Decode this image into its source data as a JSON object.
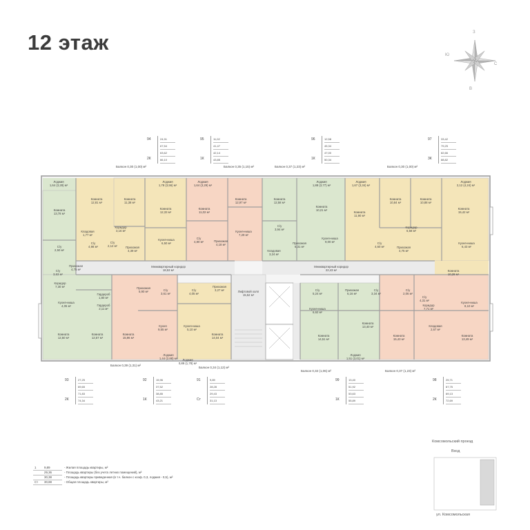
{
  "page": {
    "title": "12 этаж"
  },
  "compass": {
    "north": "З",
    "east": "С",
    "south": "В",
    "west": "Ю"
  },
  "apartments_top": [
    {
      "number": "94",
      "type": "2К",
      "values": [
        "24,91",
        "67,54",
        "63,62",
        "66,10"
      ]
    },
    {
      "number": "95",
      "type": "1К",
      "values": [
        "11,02",
        "41,47",
        "42,14",
        "43,85"
      ]
    },
    {
      "number": "96",
      "type": "1К",
      "values": [
        "12,58",
        "45,34",
        "47,00",
        "50,34"
      ]
    },
    {
      "number": "97",
      "type": "3К",
      "values": [
        "33,42",
        "79,25",
        "82,66",
        "88,82"
      ]
    }
  ],
  "apartments_bottom": [
    {
      "number": "93",
      "type": "2К",
      "values": [
        "27,25",
        "69,65",
        "71,83",
        "74,34"
      ]
    },
    {
      "number": "92",
      "type": "1К",
      "values": [
        "15,96",
        "37,52",
        "38,85",
        "43,21"
      ]
    },
    {
      "number": "91",
      "type": "Ст",
      "values": [
        "9,89",
        "28,28",
        "29,43",
        "31,13"
      ]
    },
    {
      "number": "99",
      "type": "1К",
      "values": [
        "13,40",
        "51,92",
        "53,63",
        "55,89"
      ]
    },
    {
      "number": "98",
      "type": "2К",
      "values": [
        "25,71",
        "67,75",
        "69,13",
        "72,69"
      ]
    }
  ],
  "balconies": [
    "Балкон 0,30 (1,00) м²",
    "Балкон 0,35 (1,15) м²",
    "Балкон 0,37 (1,23) м²",
    "Балкон 0,30 (1,00) м²",
    "Балкон 0,39 (1,31) м²",
    "Балкон 0,34 (1,12) м²",
    "Балкон 0,32 (1,06) м²",
    "Балкон 0,37 (1,23) м²"
  ],
  "rooms": [
    {
      "name": "Лоджия",
      "area": "1,64 (3,28) м²"
    },
    {
      "name": "Комната",
      "area": "13,78 м²"
    },
    {
      "name": "С/у",
      "area": "2,50 м²"
    },
    {
      "name": "С/у",
      "area": "3,63 м²"
    },
    {
      "name": "Прихожая",
      "area": "4,75 м²"
    },
    {
      "name": "Коридор",
      "area": "7,30 м²"
    },
    {
      "name": "Кухня-ниша",
      "area": "4,05 м²"
    },
    {
      "name": "Комната",
      "area": "12,50 м²"
    },
    {
      "name": "Комната",
      "area": "12,57 м²"
    },
    {
      "name": "Гардероб",
      "area": "2,11 м²"
    },
    {
      "name": "Гардероб",
      "area": "1,80 м²"
    },
    {
      "name": "Комната",
      "area": "12,81 м²"
    },
    {
      "name": "Комната",
      "area": "11,38 м²"
    },
    {
      "name": "Кладовая",
      "area": "1,77 м²"
    },
    {
      "name": "Коридор",
      "area": "3,16 м²"
    },
    {
      "name": "С/у",
      "area": "4,98 м²"
    },
    {
      "name": "С/у",
      "area": "2,12 м²"
    },
    {
      "name": "Прихожая",
      "area": "4,39 м²"
    },
    {
      "name": "Лоджия",
      "area": "1,78 (3,56) м²"
    },
    {
      "name": "Комната",
      "area": "12,33 м²"
    },
    {
      "name": "Кухня-ниша",
      "area": "6,50 м²"
    },
    {
      "name": "Лоджия",
      "area": "1,64 (3,29) м²"
    },
    {
      "name": "Комната",
      "area": "11,02 м²"
    },
    {
      "name": "С/у",
      "area": "4,80 м²"
    },
    {
      "name": "Комната",
      "area": "12,97 м²"
    },
    {
      "name": "Кухня-ниша",
      "area": "7,29 м²"
    },
    {
      "name": "Прихожая",
      "area": "4,18 м²"
    },
    {
      "name": "Комната",
      "area": "12,58 м²"
    },
    {
      "name": "С/у",
      "area": "3,94 м²"
    },
    {
      "name": "Кладовая",
      "area": "3,24 м²"
    },
    {
      "name": "Прихожая",
      "area": "6,31 м²"
    },
    {
      "name": "Лоджия",
      "area": "1,88 (3,77) м²"
    },
    {
      "name": "Комната",
      "area": "10,21 м²"
    },
    {
      "name": "Кухня-ниша",
      "area": "9,00 м²"
    },
    {
      "name": "Лоджия",
      "area": "1,67 (3,34) м²"
    },
    {
      "name": "Комната",
      "area": "11,90 м²"
    },
    {
      "name": "Комната",
      "area": "10,84 м²"
    },
    {
      "name": "Комната",
      "area": "10,88 м²"
    },
    {
      "name": "Коридор",
      "area": "6,58 м²"
    },
    {
      "name": "С/у",
      "area": "4,60 м²"
    },
    {
      "name": "Прихожая",
      "area": "4,75 м²"
    },
    {
      "name": "Лоджия",
      "area": "2,12 (4,24) м²"
    },
    {
      "name": "Комната",
      "area": "15,42 м²"
    },
    {
      "name": "Кухня-ниша",
      "area": "6,43 м²"
    },
    {
      "name": "Межквартирный коридор",
      "area": "18,53 м²"
    },
    {
      "name": "Межквартирный коридор",
      "area": "22,43 м²"
    },
    {
      "name": "Лифтовой холл",
      "area": "15,52 м²"
    },
    {
      "name": "Прихожая",
      "area": "5,90 м²"
    },
    {
      "name": "С/у",
      "area": "3,61 м²"
    },
    {
      "name": "С/у",
      "area": "4,05 м²"
    },
    {
      "name": "Прихожая",
      "area": "3,27 м²"
    },
    {
      "name": "Комната",
      "area": "15,96 м²"
    },
    {
      "name": "Кухня",
      "area": "9,55 м²"
    },
    {
      "name": "Кухня-ниша",
      "area": "5,10 м²"
    },
    {
      "name": "Комната",
      "area": "14,04 м²"
    },
    {
      "name": "Лоджия",
      "area": "1,44 (2,88) м²"
    },
    {
      "name": "Лоджия",
      "area": "0,89 (1,78) м²"
    },
    {
      "name": "С/у",
      "area": "5,24 м²"
    },
    {
      "name": "Кухня-ниша",
      "area": "6,62 м²"
    },
    {
      "name": "Прихожая",
      "area": "6,16 м²"
    },
    {
      "name": "С/у",
      "area": "3,34 м²"
    },
    {
      "name": "Комната",
      "area": "14,51 м²"
    },
    {
      "name": "Комната",
      "area": "13,40 м²"
    },
    {
      "name": "Лоджия",
      "area": "1,51 (3,01) м²"
    },
    {
      "name": "Комната",
      "area": "10,28 м²"
    },
    {
      "name": "С/у",
      "area": "2,06 м²"
    },
    {
      "name": "С/у",
      "area": "4,31 м²"
    },
    {
      "name": "Коридор",
      "area": "7,71 м²"
    },
    {
      "name": "Кладовая",
      "area": "2,67 м²"
    },
    {
      "name": "Кухня-ниша",
      "area": "8,10 м²"
    },
    {
      "name": "Комната",
      "area": "15,43 м²"
    },
    {
      "name": "Комната",
      "area": "13,49 м²"
    }
  ],
  "legend": [
    {
      "sample": "9,89",
      "text": "- Жилая площадь квартиры, м²"
    },
    {
      "sample": "29,36",
      "text": "- Площадь квартиры (без учета летних помещений), м²"
    },
    {
      "sample": "30,38",
      "text": "- Площадь квартиры приведенная (в т.ч. балкон с коэф. 0,3, лоджия - 0,5), м²"
    },
    {
      "sample": "30,88",
      "text": "- Общая площадь квартиры, м²"
    }
  ],
  "legend_example": {
    "number": "1",
    "type": "Ст"
  },
  "site": {
    "street_top": "Комсомольский проезд",
    "entry": "Вход",
    "street_bottom": "ул. Комсомольская"
  },
  "colors": {
    "green": "#dbe7cf",
    "yellow": "#f4e5b9",
    "peach": "#f7d6c4",
    "wall": "#9e9e9e",
    "corridor": "#ebebeb"
  }
}
